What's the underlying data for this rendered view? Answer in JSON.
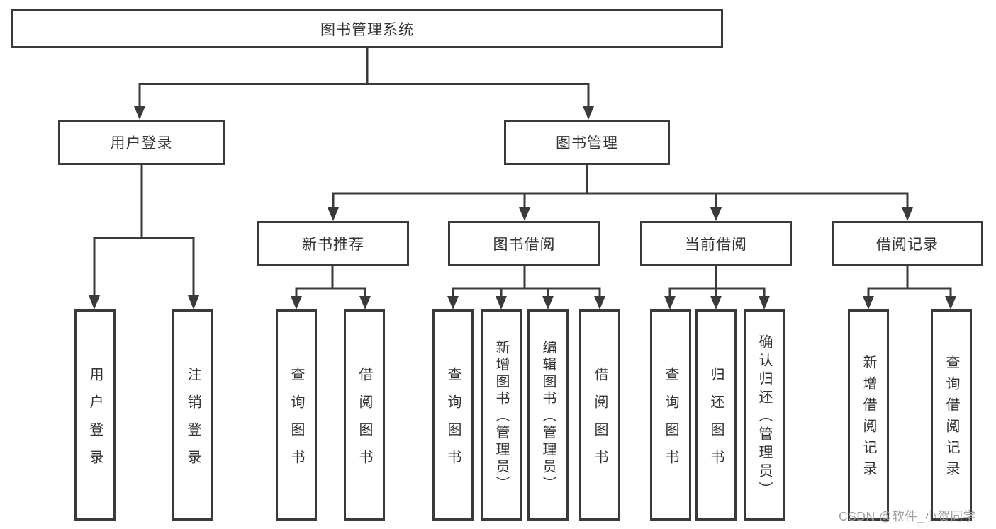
{
  "diagram_title": "图书管理系统",
  "watermark": "CSDN @软件_小贺同学",
  "colors": {
    "line": "#3a3a3a",
    "text": "#333333",
    "box_background": "#ffffff",
    "watermark": "#9fa0a3"
  },
  "nodes": {
    "root": {
      "label": "图书管理系统"
    },
    "level2": [
      {
        "id": "user-login",
        "label": "用户登录"
      },
      {
        "id": "book-management",
        "label": "图书管理"
      }
    ],
    "level3": [
      {
        "id": "new-book-recommend",
        "label": "新书推荐"
      },
      {
        "id": "book-borrowing",
        "label": "图书借阅"
      },
      {
        "id": "current-borrowing",
        "label": "当前借阅"
      },
      {
        "id": "borrowing-records",
        "label": "借阅记录"
      }
    ],
    "leaves": {
      "user_login": [
        "用户登录",
        "注销登录"
      ],
      "new_book_recommend": [
        "查询图书",
        "借阅图书"
      ],
      "book_borrowing": [
        "查询图书",
        "新增图书（管理员）",
        "编辑图书（管理员）",
        "借阅图书"
      ],
      "current_borrowing": [
        "查询图书",
        "归还图书",
        "确认归还（管理员）"
      ],
      "borrowing_records": [
        "新增借阅记录",
        "查询借阅记录"
      ]
    }
  }
}
